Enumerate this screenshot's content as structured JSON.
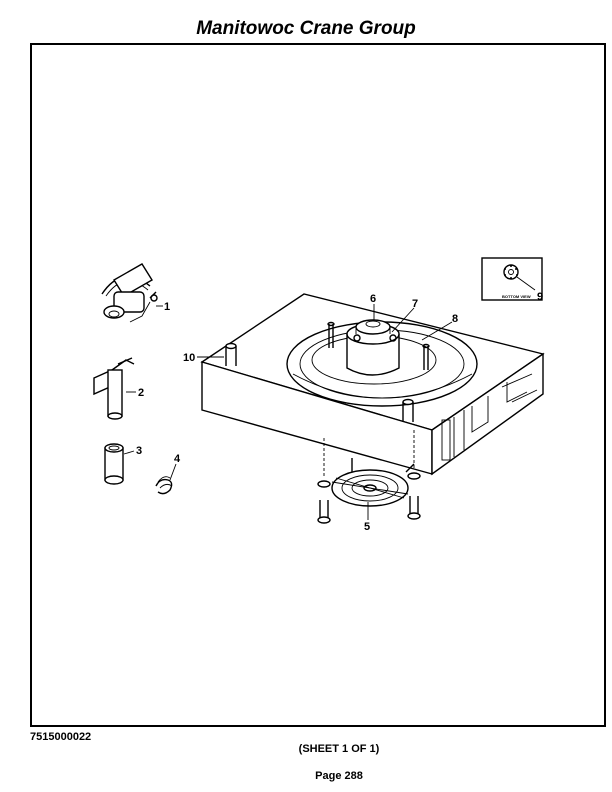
{
  "header": {
    "title": "Manitowoc Crane Group"
  },
  "diagram": {
    "callouts": [
      "1",
      "2",
      "3",
      "4",
      "5",
      "6",
      "7",
      "8",
      "9",
      "10"
    ],
    "inset_label": "BOTTOM VIEW"
  },
  "footer": {
    "doc_number": "7515000022",
    "sheet": "(SHEET 1 OF 1)",
    "page": "Page 288"
  }
}
